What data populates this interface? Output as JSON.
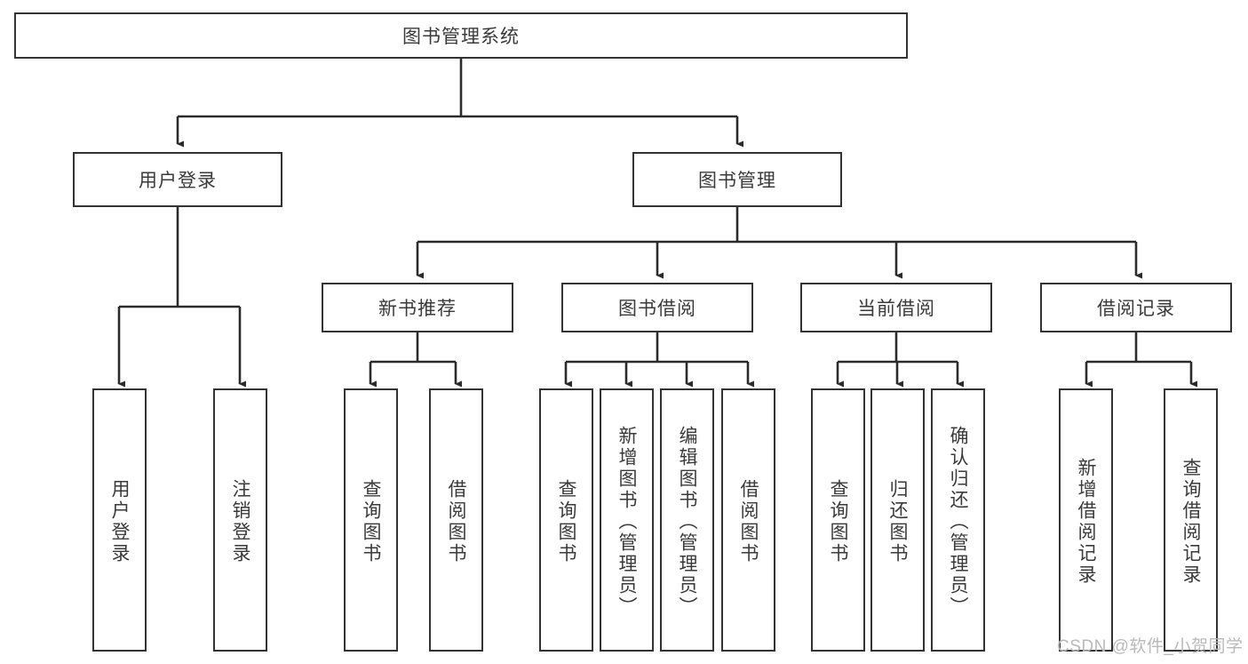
{
  "diagram": {
    "title": "图书管理系统",
    "type": "tree-hierarchy-diagram",
    "root": {
      "label": "图书管理系统"
    },
    "level2": [
      {
        "label": "用户登录"
      },
      {
        "label": "图书管理"
      }
    ],
    "level3": [
      {
        "label": "新书推荐"
      },
      {
        "label": "图书借阅"
      },
      {
        "label": "当前借阅"
      },
      {
        "label": "借阅记录"
      }
    ],
    "leaves": {
      "user_login": [
        {
          "label": "用户登录"
        },
        {
          "label": "注销登录"
        }
      ],
      "new_book_recommend": [
        {
          "label": "查询图书"
        },
        {
          "label": "借阅图书"
        }
      ],
      "book_borrow": [
        {
          "label": "查询图书"
        },
        {
          "label": "新增图书（管理员）"
        },
        {
          "label": "编辑图书（管理员）"
        },
        {
          "label": "借阅图书"
        }
      ],
      "current_borrow": [
        {
          "label": "查询图书"
        },
        {
          "label": "归还图书"
        },
        {
          "label": "确认归还（管理员）"
        }
      ],
      "borrow_record": [
        {
          "label": "新增借阅记录"
        },
        {
          "label": "查询借阅记录"
        }
      ]
    }
  },
  "watermark": {
    "text": "CSDN @软件_小贺同学"
  },
  "colors": {
    "stroke": "#333333",
    "text": "#3a3a3a",
    "background": "#ffffff",
    "watermark": "#b9b9b9"
  }
}
